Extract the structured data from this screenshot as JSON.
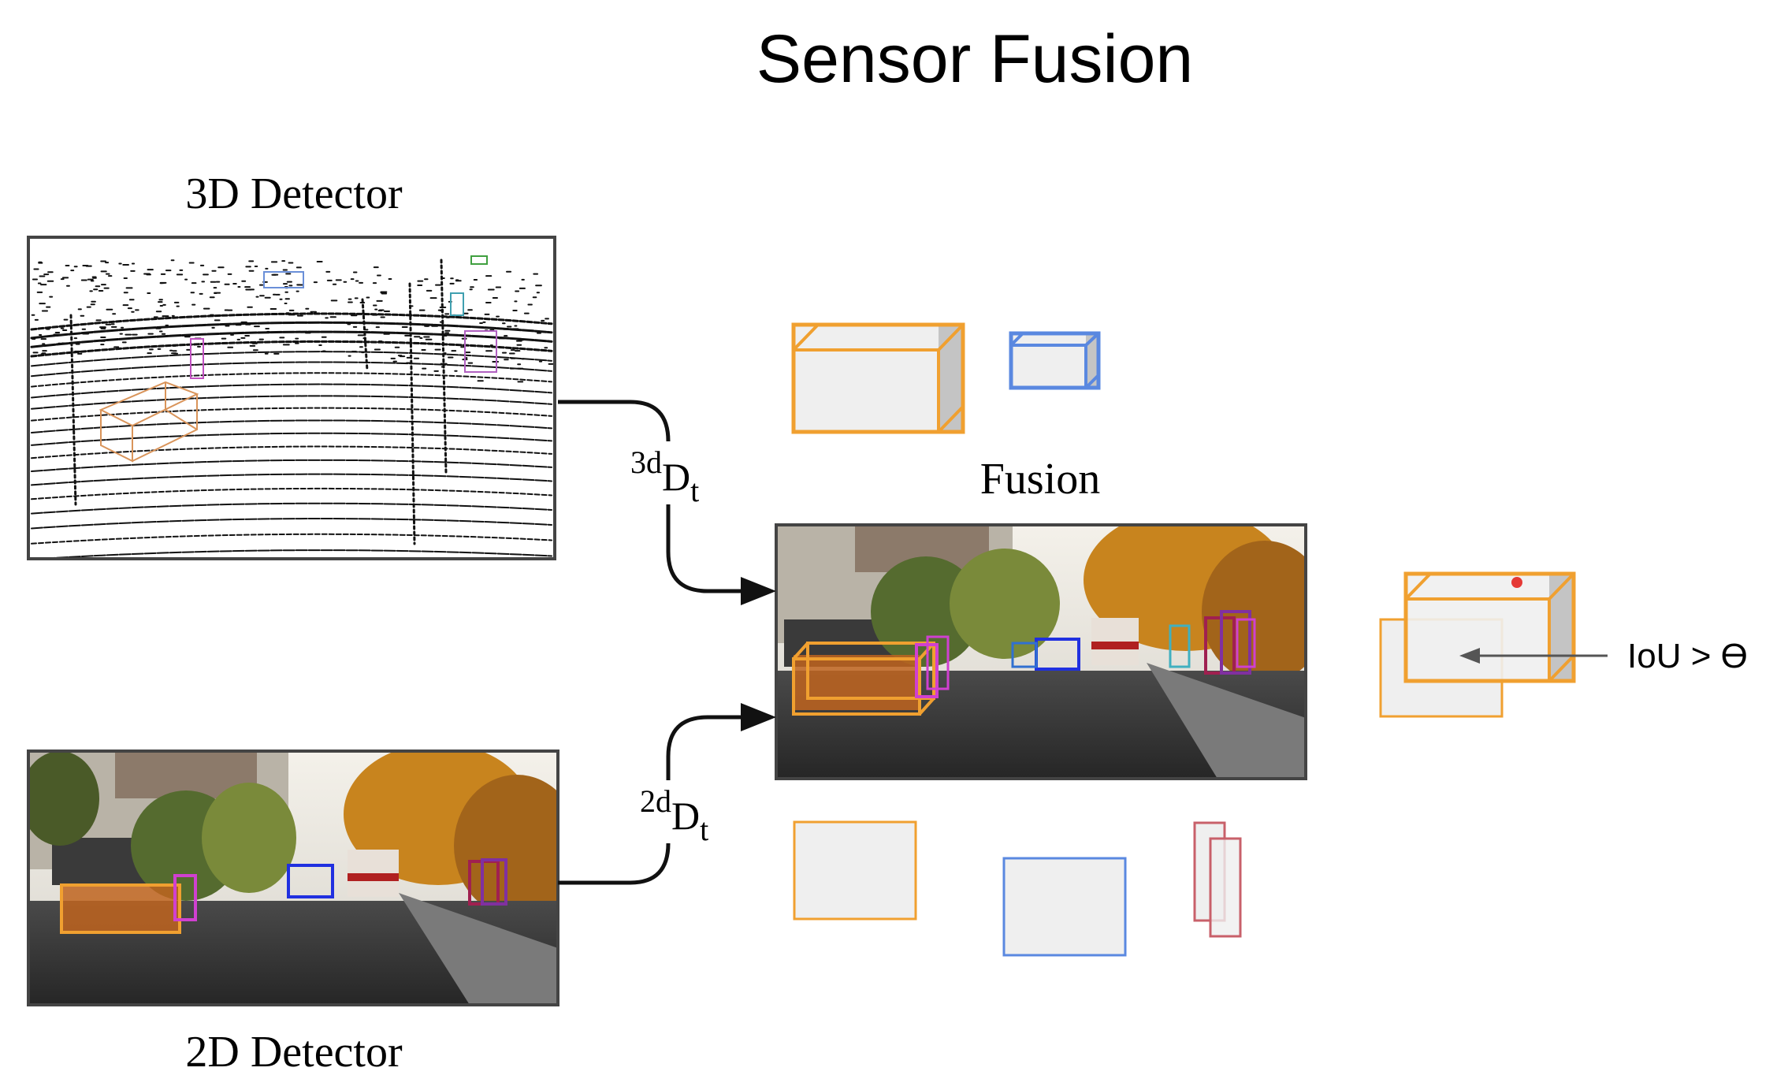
{
  "title": "Sensor Fusion",
  "labels": {
    "detector3d": "3D Detector",
    "detector2d": "2D Detector",
    "fusion": "Fusion",
    "edge3d_prefix": "3d",
    "edge3d_sub": "D",
    "edge3d_subsub": "t",
    "edge2d_prefix": "2d",
    "edge2d_sub": "D",
    "edge2d_subsub": "t",
    "iou": "IoU > ϴ"
  },
  "colors": {
    "car": "#f0a030",
    "bus_vehicle": "#5a88e0",
    "pedestrian": "#c8606a",
    "box_fill": "#efefef",
    "box_side": "#c4c4c4",
    "arrow": "#111111",
    "iou_arrow": "#555555",
    "center_dot": "#e53935"
  },
  "icons": {
    "detector3d_image": "lidar-point-cloud-image",
    "detector2d_image": "street-scene-camera-image",
    "fusion_image": "fused-street-scene-image"
  }
}
